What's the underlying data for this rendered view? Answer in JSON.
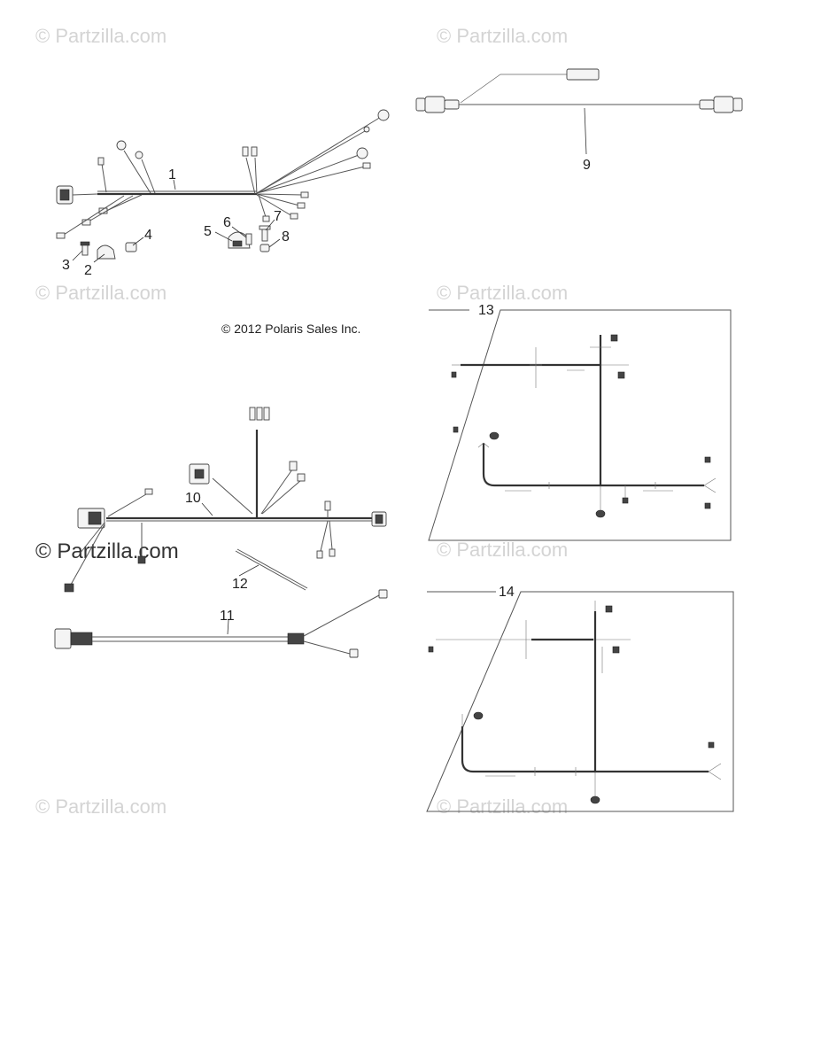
{
  "copyright": "© 2012 Polaris Sales Inc.",
  "watermark": "© Partzilla.com",
  "callouts": {
    "c1": "1",
    "c2": "2",
    "c3": "3",
    "c4": "4",
    "c5": "5",
    "c6": "6",
    "c7": "7",
    "c8": "8",
    "c9": "9",
    "c10": "10",
    "c11": "11",
    "c12": "12",
    "c13": "13",
    "c14": "14"
  }
}
